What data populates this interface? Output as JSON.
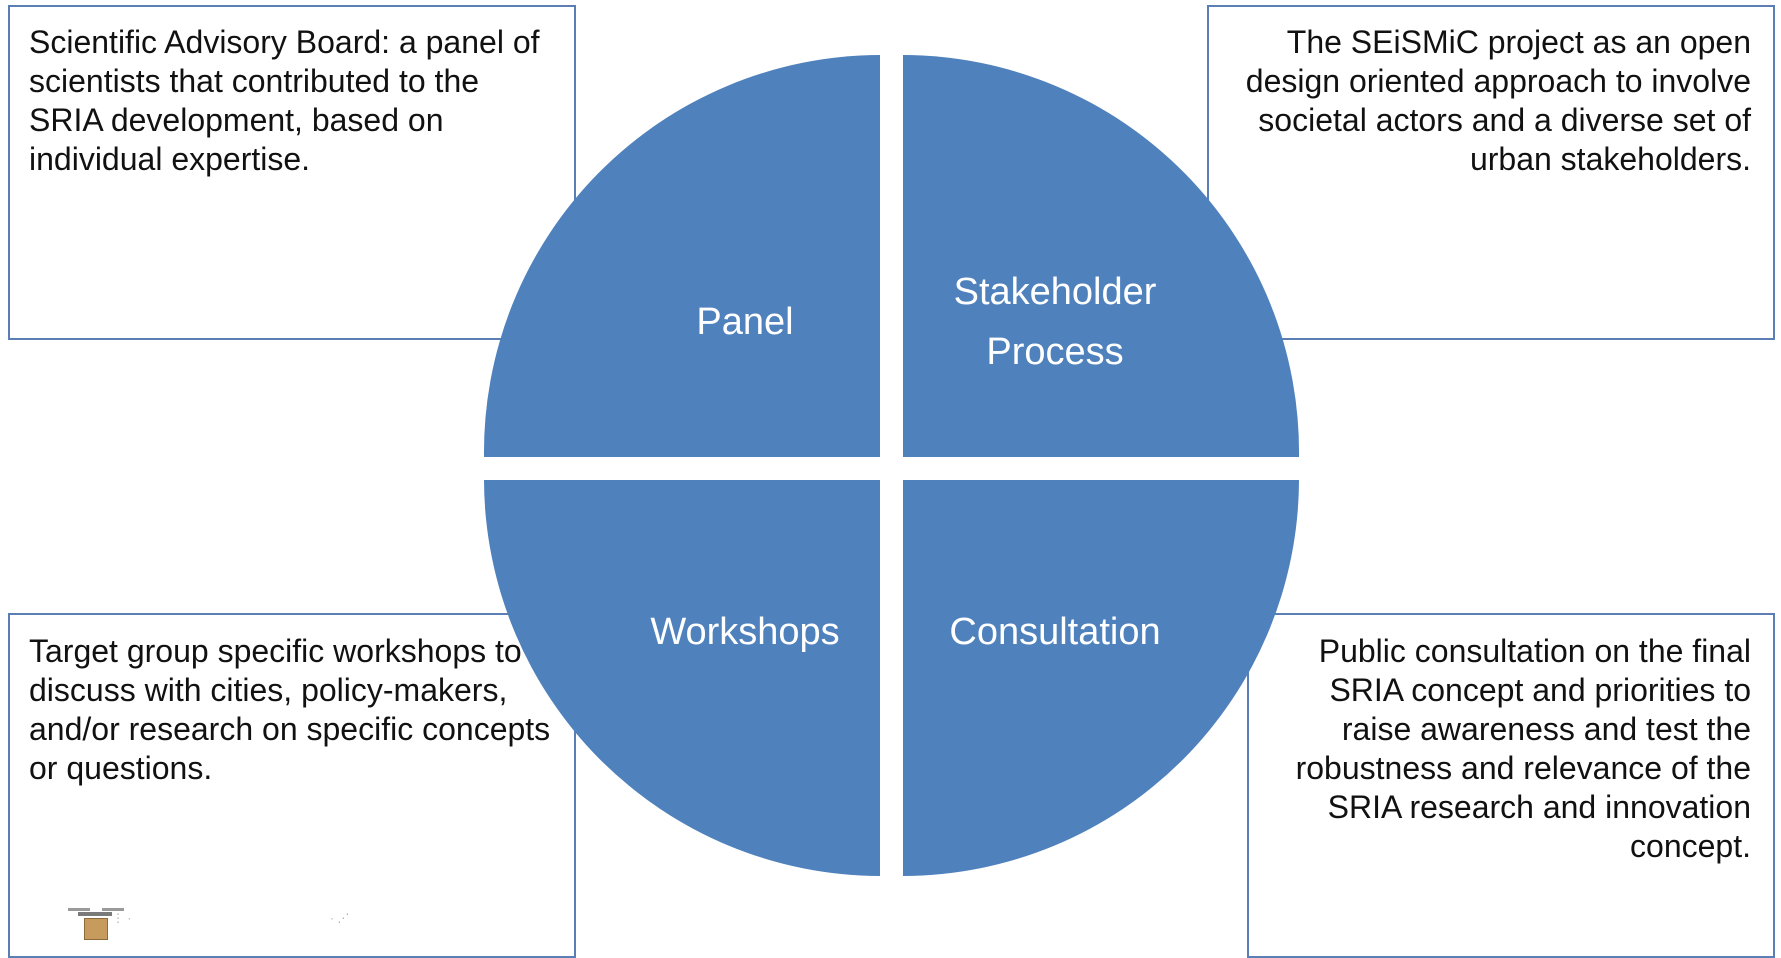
{
  "quadrants": {
    "panel": "Panel",
    "stakeholder_line1": "Stakeholder",
    "stakeholder_line2": "Process",
    "workshops": "Workshops",
    "consultation": "Consultation"
  },
  "boxes": {
    "top_left": "Scientific Advisory Board: a panel of scientists that contributed to the SRIA development, based on individual expertise.",
    "top_right": "The SEiSMiC project as an open design oriented approach to involve societal actors and a diverse set of urban stakeholders.",
    "bottom_left": "Target group specific workshops to discuss with cities, policy-makers, and/or research on specific concepts or questions.",
    "bottom_right": "Public consultation on the final SRIA concept and priorities to raise awareness and test the robustness and relevance of the SRIA research and innovation concept."
  },
  "colors": {
    "quadrant_fill": "#4f81bd",
    "box_border": "#5b7fb5",
    "quadrant_text": "#ffffff"
  },
  "icons": [
    "drone-parcel-icon"
  ]
}
